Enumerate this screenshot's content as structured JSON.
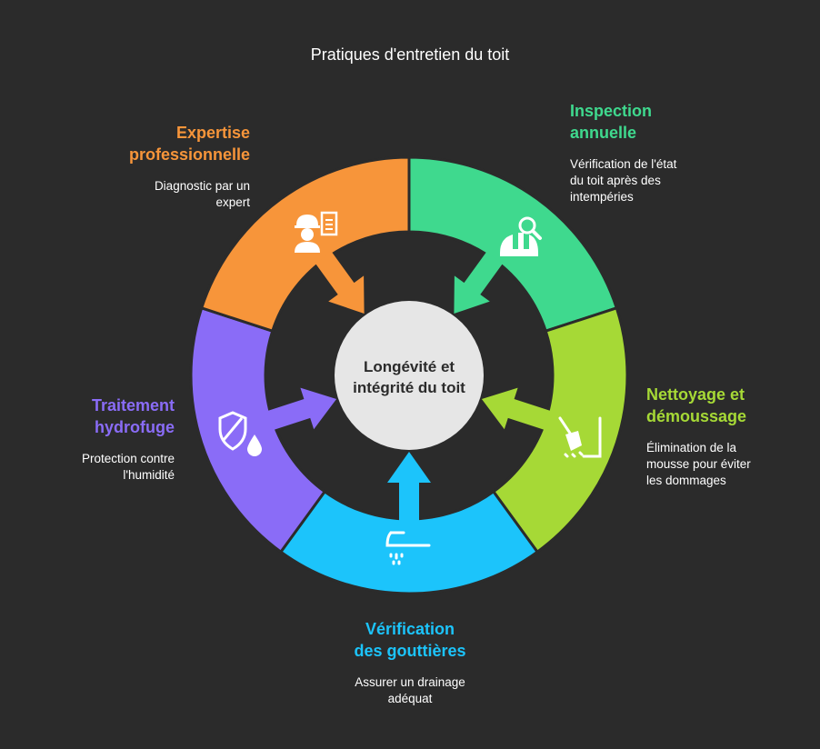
{
  "title": "Pratiques d'entretien du toit",
  "center": {
    "line1": "Longévité et",
    "line2": "intégrité du toit"
  },
  "colors": {
    "background": "#2b2b2b",
    "center": "#e6e6e6",
    "inspection": "#3fd98e",
    "nettoyage": "#a6d936",
    "gouttieres": "#1cc4fb",
    "hydrofuge": "#8a6cf7",
    "expertise": "#f7953a"
  },
  "segments": [
    {
      "key": "inspection",
      "heading1": "Inspection",
      "heading2": "annuelle",
      "desc1": "Vérification de l'état",
      "desc2": "du toit après des",
      "desc3": "intempéries",
      "icon": "helmet-search-icon"
    },
    {
      "key": "nettoyage",
      "heading1": "Nettoyage et",
      "heading2": "démoussage",
      "desc1": "Élimination de la",
      "desc2": "mousse pour éviter",
      "desc3": "les dommages",
      "icon": "broom-icon"
    },
    {
      "key": "gouttieres",
      "heading1": "Vérification",
      "heading2": "des gouttières",
      "desc1": "Assurer un drainage",
      "desc2": "adéquat",
      "icon": "gutter-drain-icon"
    },
    {
      "key": "hydrofuge",
      "heading1": "Traitement",
      "heading2": "hydrofuge",
      "desc1": "Protection contre",
      "desc2": "l'humidité",
      "icon": "shield-drop-icon"
    },
    {
      "key": "expertise",
      "heading1": "Expertise",
      "heading2": "professionnelle",
      "desc1": "Diagnostic par un",
      "desc2": "expert",
      "icon": "worker-clipboard-icon"
    }
  ]
}
